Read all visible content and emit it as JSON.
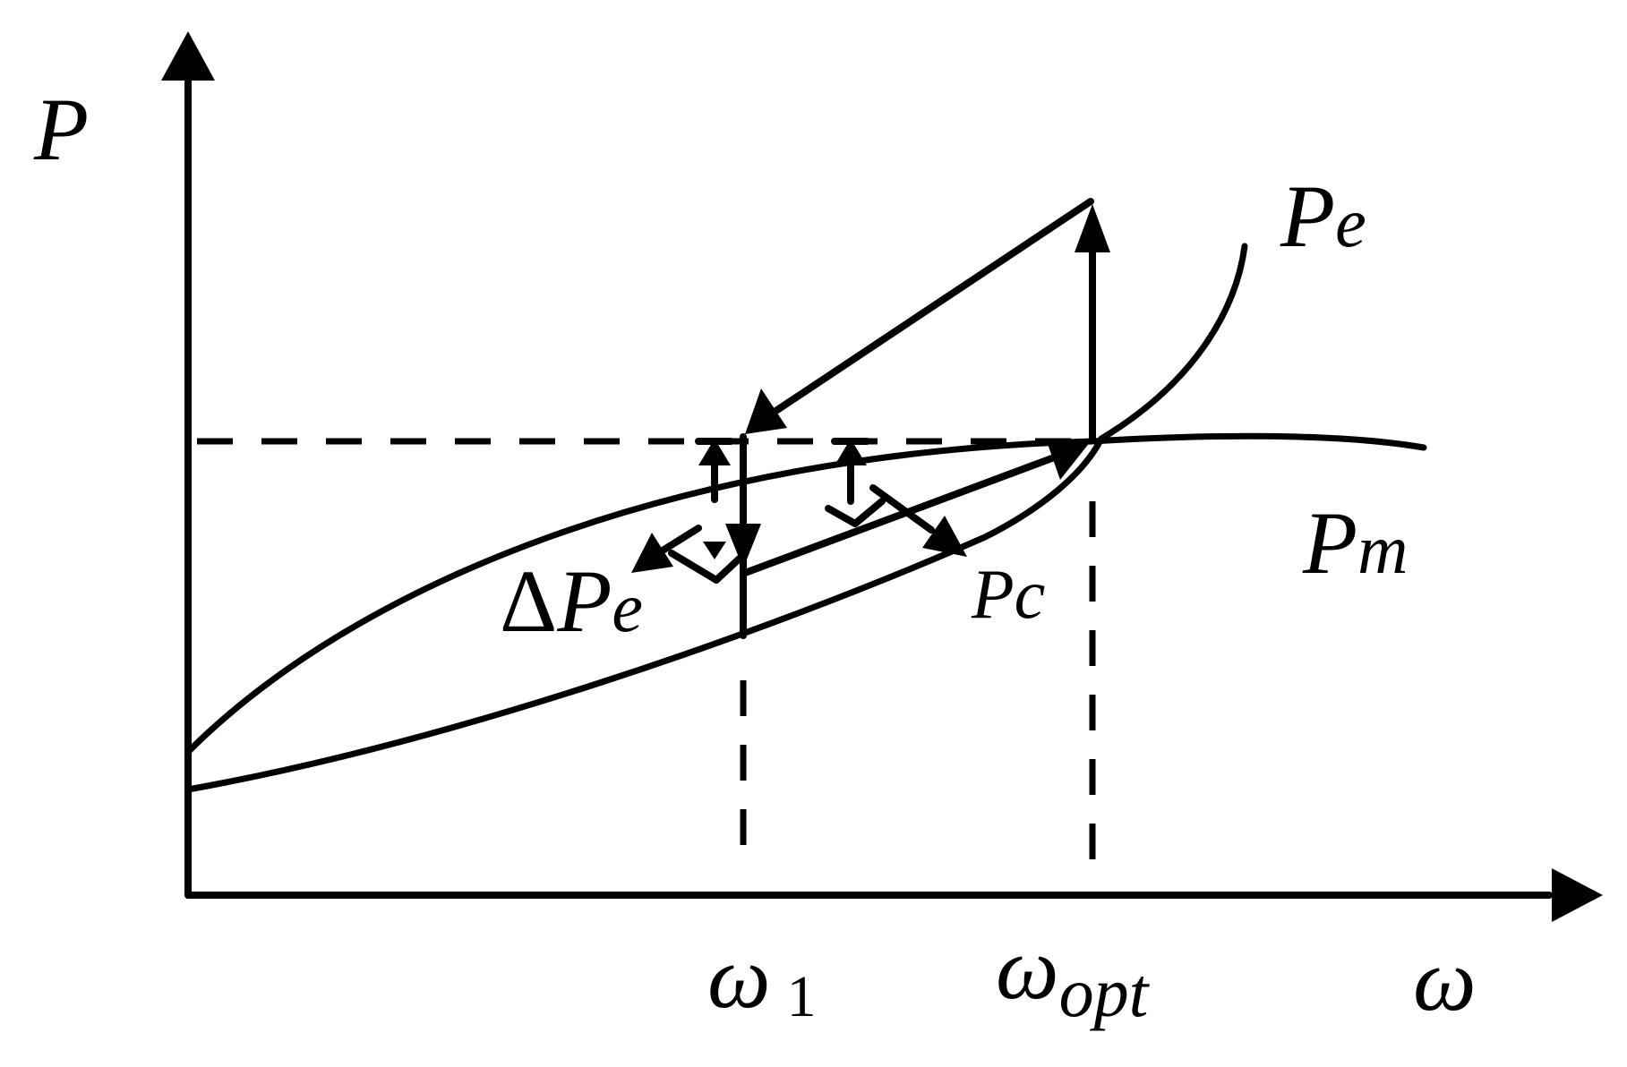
{
  "labels": {
    "y_axis": "P",
    "x_axis": "ω",
    "pe_main": "P",
    "pe_sub": "e",
    "pm_main": "P",
    "pm_sub": "m",
    "pc_main": "P",
    "pc_sub": "c",
    "dpe_delta": "Δ",
    "dpe_main": "P",
    "dpe_sub": "e",
    "omega1_main": "ω",
    "omega1_sub": "1",
    "omegaopt_main": "ω",
    "omegaopt_sub": "opt"
  },
  "colors": {
    "stroke": "#000000",
    "background": "#ffffff"
  }
}
